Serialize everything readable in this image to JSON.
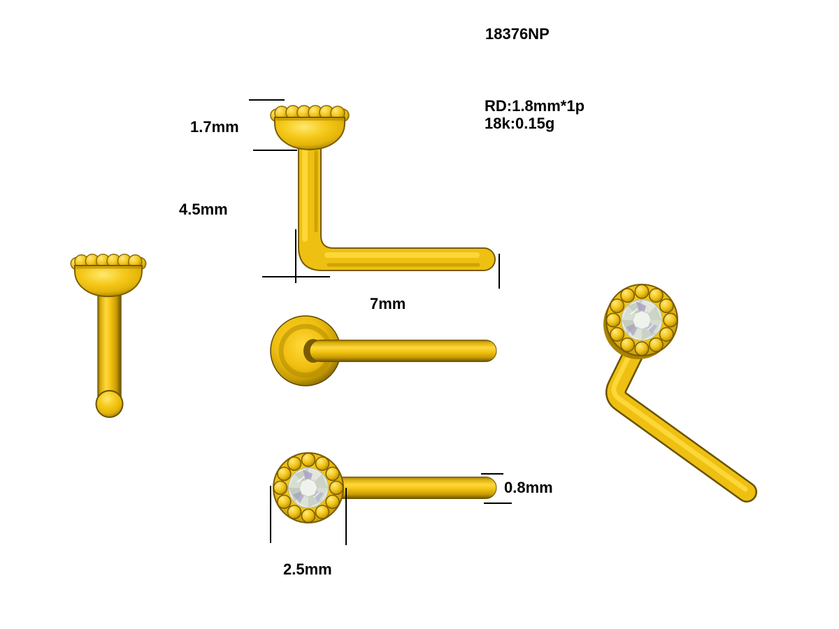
{
  "part_number": "18376NP",
  "specs": {
    "stone": "RD:1.8mm*1p",
    "metal_weight": "18k:0.15g"
  },
  "dimensions": {
    "head_height": "1.7mm",
    "post_length": "4.5mm",
    "bar_length": "7mm",
    "wire_thickness": "0.8mm",
    "head_diameter": "2.5mm"
  },
  "colors": {
    "background": "#FFFFFF",
    "text_color": "#000000",
    "line_color": "#000000",
    "gold_main": "#EEC011",
    "gold_highlight": "#FFD93F",
    "gold_mid_dark": "#C89C04",
    "gold_dark": "#8A6A00",
    "gold_deep": "#5C4600",
    "diamond_base": "#E9EEE5",
    "diamond_facet_green": "#C9D2C5",
    "diamond_facet_lavender": "#A9A1C8"
  }
}
